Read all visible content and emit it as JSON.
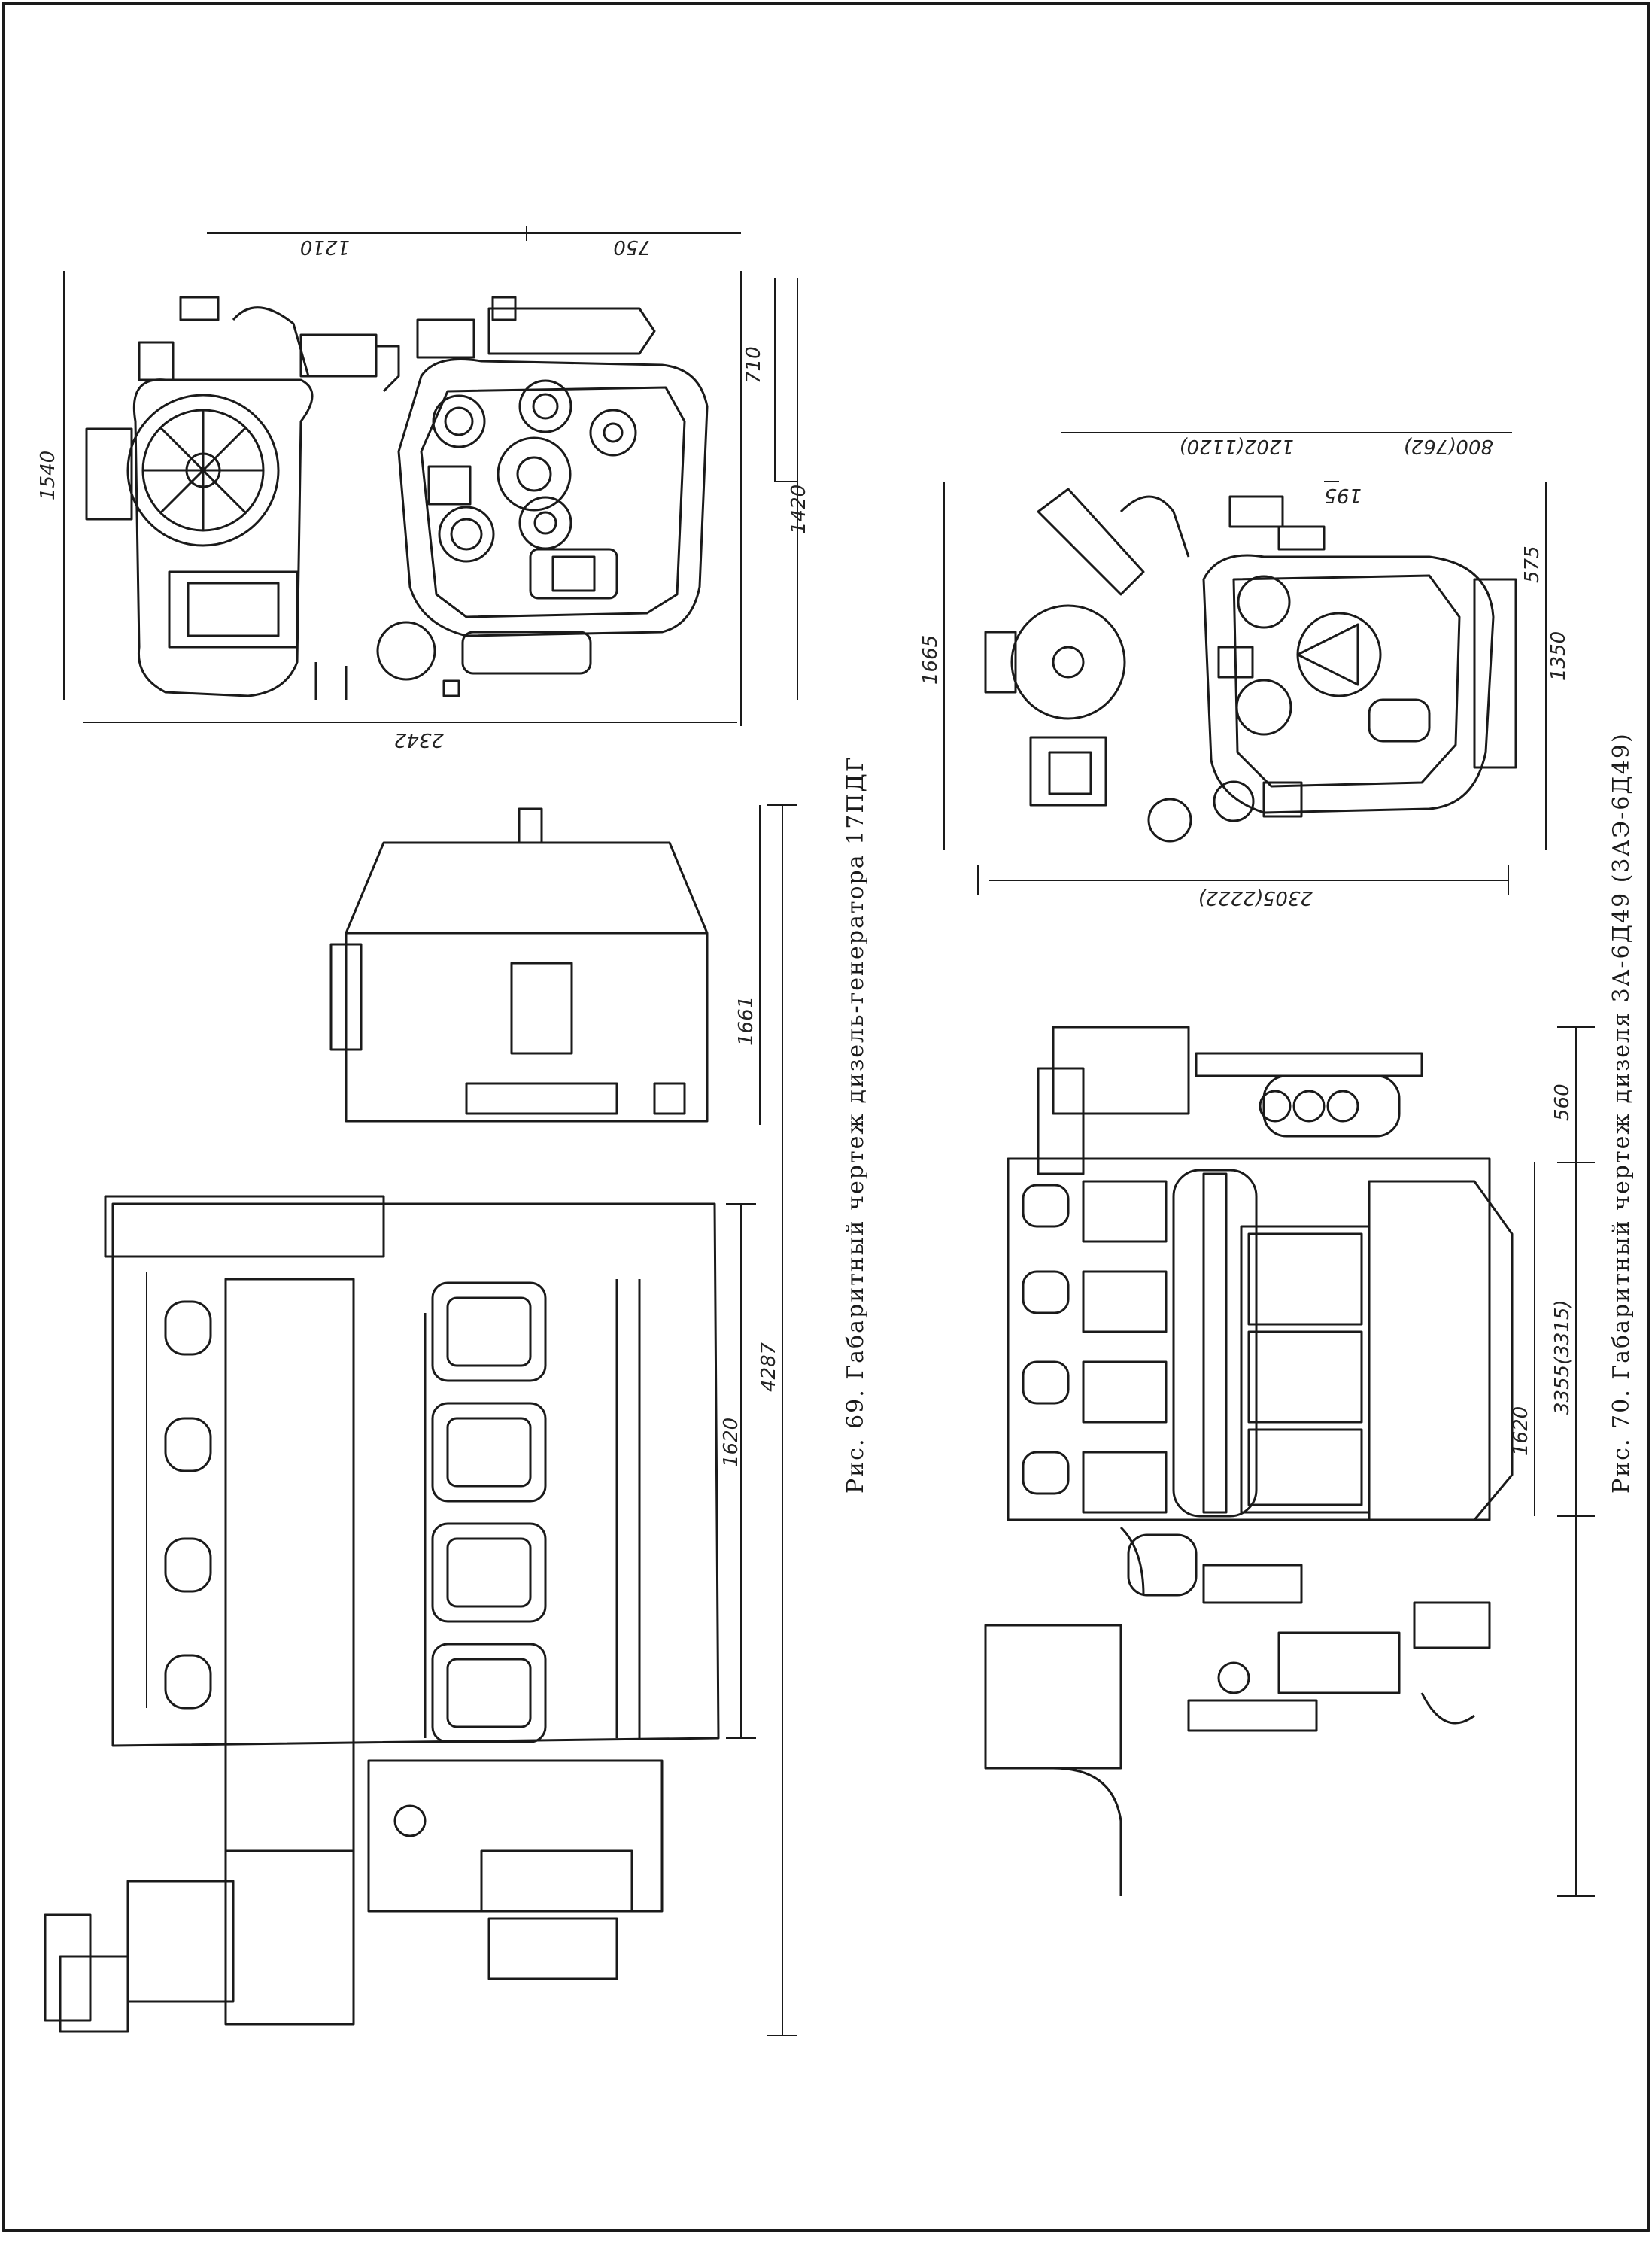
{
  "figure69": {
    "caption": "Рис. 69. Габаритный чертеж дизель-генератора 17ПДГ",
    "top_view_dims": {
      "d1210": "1210",
      "d750": "750",
      "d710": "710",
      "d1420": "1420",
      "d1540": "1540",
      "d2342": "2342"
    },
    "side_view_dims": {
      "d1661": "1661",
      "d1620": "1620",
      "d4287": "4287"
    }
  },
  "figure70": {
    "caption": "Рис. 70. Габаритный чертеж дизеля 3А-6Д49 (3АЭ-6Д49)",
    "top_view_dims": {
      "d1202": "1202(1120)",
      "d800": "800(762)",
      "d195": "195",
      "d1665": "1665",
      "d575": "575",
      "d1350": "1350",
      "d2305": "2305(2222)"
    },
    "side_view_dims": {
      "d560": "560",
      "d3355": "3355(3315)",
      "d1620": "1620"
    }
  }
}
